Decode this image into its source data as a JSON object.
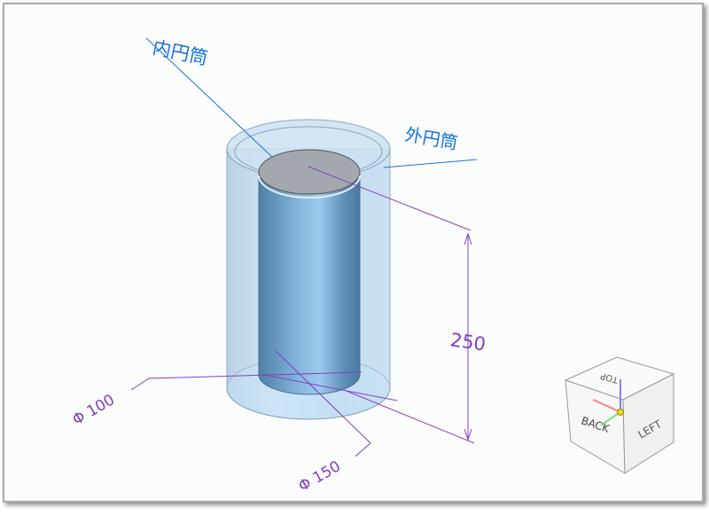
{
  "labels": {
    "inner_cylinder": "内円筒",
    "outer_cylinder": "外円筒"
  },
  "dimensions": {
    "height": "250",
    "inner_diameter": "Φ 100",
    "outer_diameter": "Φ 150"
  },
  "view_cube": {
    "top": "TOP",
    "back": "BACK",
    "left": "LEFT"
  },
  "colors": {
    "annotation": "#1a73d9",
    "dimension": "#8040c0",
    "outer_fill": "#b7d5ee",
    "inner_fill": "#6f9fc4"
  }
}
